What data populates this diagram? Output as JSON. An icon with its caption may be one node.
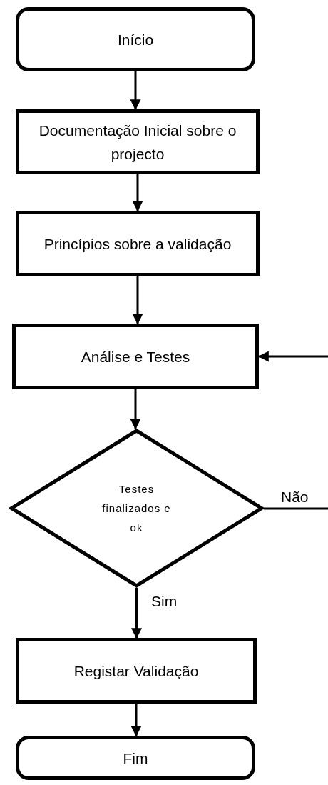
{
  "diagram": {
    "nodes": [
      {
        "text": [
          "Início"
        ]
      },
      {
        "text": [
          "Documentação Inicial sobre o projecto"
        ]
      },
      {
        "text": [
          "Princípios sobre a validação"
        ]
      },
      {
        "text": [
          "Análise e Testes"
        ]
      },
      {
        "text": [
          "Testes finalizados e ok"
        ]
      },
      {
        "text": [
          "Registar Validação"
        ]
      },
      {
        "text": [
          "Fim"
        ]
      }
    ],
    "edges": [
      {
        "from": 0,
        "to": 1,
        "arrow": "to"
      },
      {
        "from": 1,
        "to": 2,
        "arrow": "to"
      },
      {
        "from": 2,
        "to": 3,
        "arrow": "to"
      },
      {
        "from": 3,
        "to": 4,
        "arrow": "to"
      },
      {
        "from": 4,
        "to": 5,
        "arrow": "to",
        "label": "Sim"
      },
      {
        "from": 5,
        "to": 6,
        "arrow": "to"
      },
      {
        "from": 4,
        "to": null,
        "arrow": "none",
        "label": "Não"
      },
      {
        "from": null,
        "to": 3,
        "arrow": "to"
      }
    ]
  }
}
